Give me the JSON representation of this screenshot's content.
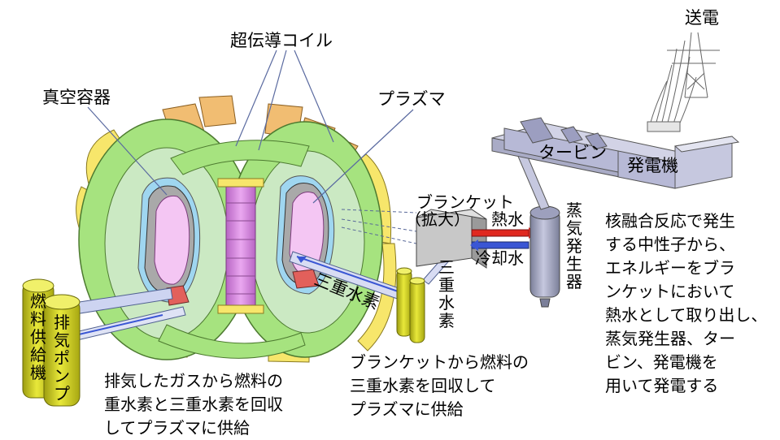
{
  "labels": {
    "superconducting_coil": "超伝導コイル",
    "vacuum_vessel": "真空容器",
    "plasma": "プラズマ",
    "transmission": "送電",
    "turbine": "タービン",
    "generator": "発電機",
    "blanket": "ブランケット",
    "blanket_magnified": "（拡大）",
    "hot_water": "熱水",
    "cooling_water": "冷却水",
    "steam_generator": "蒸気発生器",
    "tritium": "三重水素",
    "tritium_vertical": "三重水素",
    "fuel_supply": "燃料供給機",
    "exhaust_pump": "排気ポンプ"
  },
  "captions": {
    "exhaust_caption": [
      "排気したガスから燃料の",
      "重水素と三重水素を回収",
      "してプラズマに供給"
    ],
    "blanket_caption": [
      "ブランケットから燃料の",
      "三重水素を回収して",
      "プラズマに供給"
    ],
    "power_caption": [
      "核融合反応で発生",
      "する中性子から、",
      "エネルギーをブラ",
      "ンケットにおいて",
      "熱水として取り出し、",
      "蒸気発生器、ター",
      "ビン、発電機を",
      "用いて発電する"
    ]
  },
  "colors": {
    "coil_green": "#a6e37f",
    "coil_yellow": "#f7e66b",
    "coil_orange": "#f1bd72",
    "plasma_pink": "#f4c6f3",
    "central_solenoid": "#dd8fe3",
    "tank_yellow": "#d6d618",
    "machine_grey": "#b7b9d6",
    "hot_red": "#e0281f",
    "cool_blue": "#3a56d4"
  }
}
